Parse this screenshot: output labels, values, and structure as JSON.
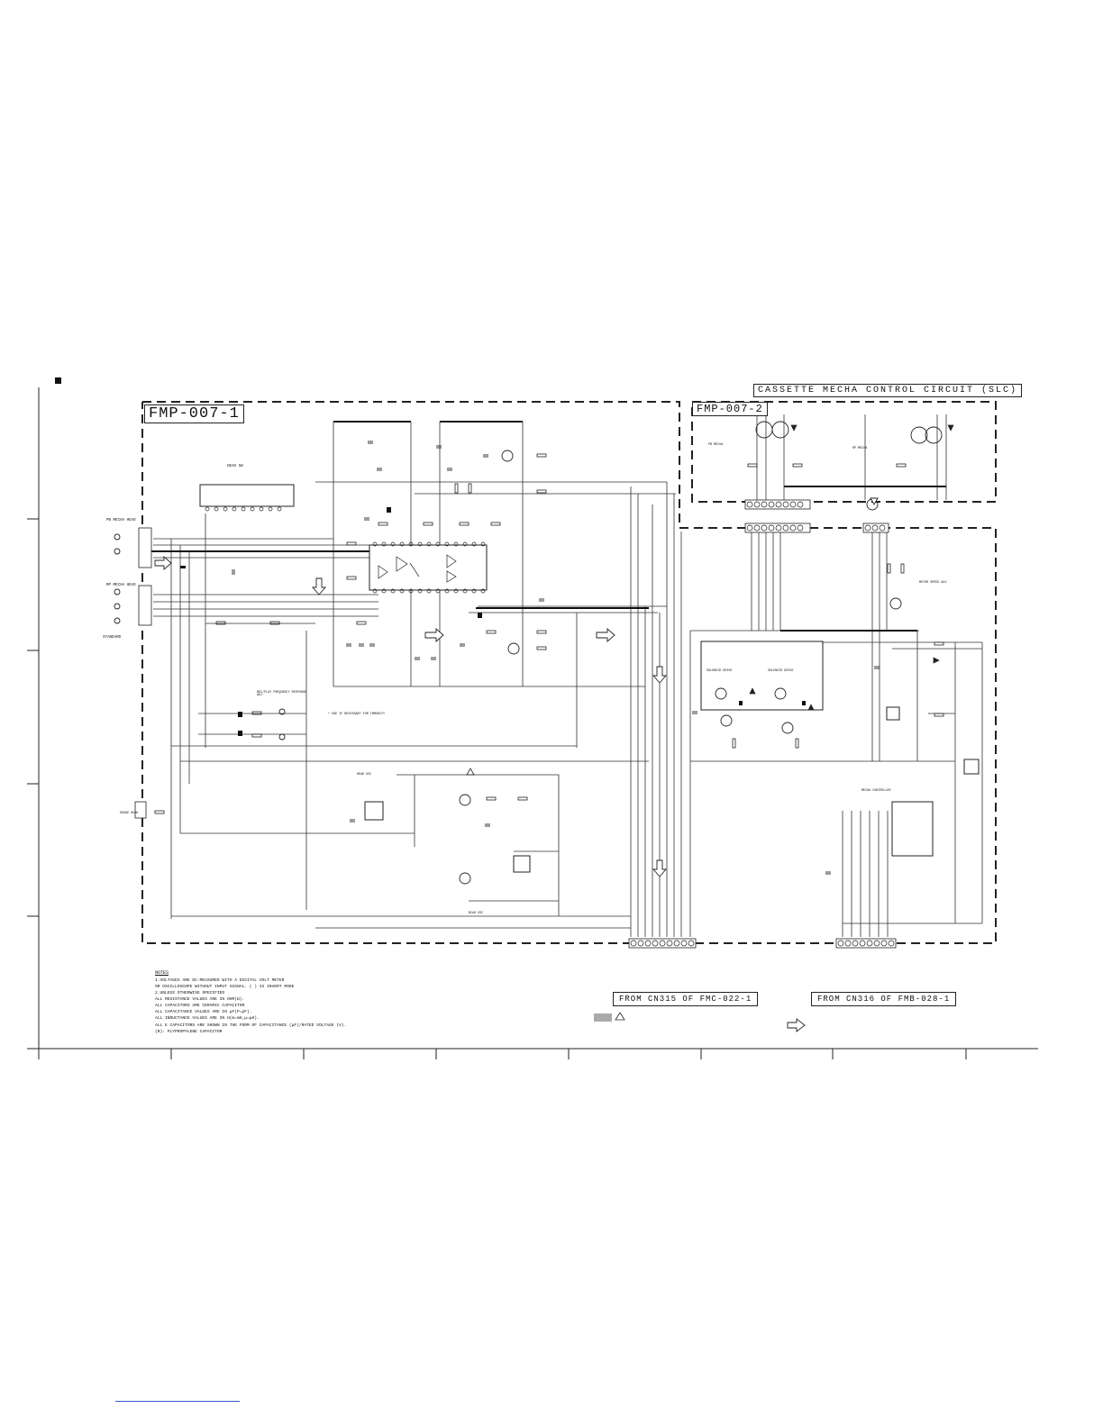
{
  "diagram": {
    "circuit_title": "CASSETTE MECHA CONTROL CIRCUIT (SLC)",
    "boards": [
      "FMP-007-1",
      "FMP-007-2"
    ],
    "connectors": [
      {
        "label": "FROM CN315 OF FMC-022-1"
      },
      {
        "label": "FROM CN316 OF FMB-028-1"
      }
    ],
    "left_labels": {
      "pb_head": "PB MECHA HEAD",
      "rp_head": "RP MECHA HEAD",
      "standard": "STANDARD",
      "head_sw": "HEAD SW",
      "freq_adj": "REC/PLAY FREQUENCY RESPONSE ADJ.",
      "immunity": "* USE IF NECESSARY FOR IMMUNITY",
      "erase": "ERASE HEAD",
      "dead_osc": "HEAD OSC",
      "bias_osc": "BIAS OSC",
      "motor_speed": "MOTOR SPEED ADJ",
      "solenoid_1": "SOLENOID DRIVE",
      "solenoid_2": "SOLENOID DRIVE",
      "mecha_ic": "MECHA CONTROLLER",
      "pb_mecha": "PB MECHA",
      "rp_mecha": "RP MECHA"
    },
    "notes": {
      "title": "NOTES",
      "lines": [
        "1.VOLTAGES ARE DC-MEASURED WITH A DIGITAL VOLT METER",
        "  OR OSCILLOSCOPE WITHOUT INPUT SIGNAL. ( ) IS INVERT MODE",
        "2.UNLESS OTHERWISE SPECIFIED",
        "  ALL RESISTANCE VALUES ARE IN OHM(Ω).",
        "  ALL CAPACITORS ARE CERAMIC CAPACITOR",
        "  ALL CAPACITANCE VALUES ARE IN μF(P=pF).",
        "  ALL INDUCTANCE VALUES ARE IN H(m=mH,μ=μH).",
        "  ALL E CAPACITORS ARE SHOWN IN THE FORM OF CAPACITANCE (μF)/RATED VOLTAGE (V).",
        "(B): PLYPROPYLENE CAPACITOR"
      ]
    }
  }
}
